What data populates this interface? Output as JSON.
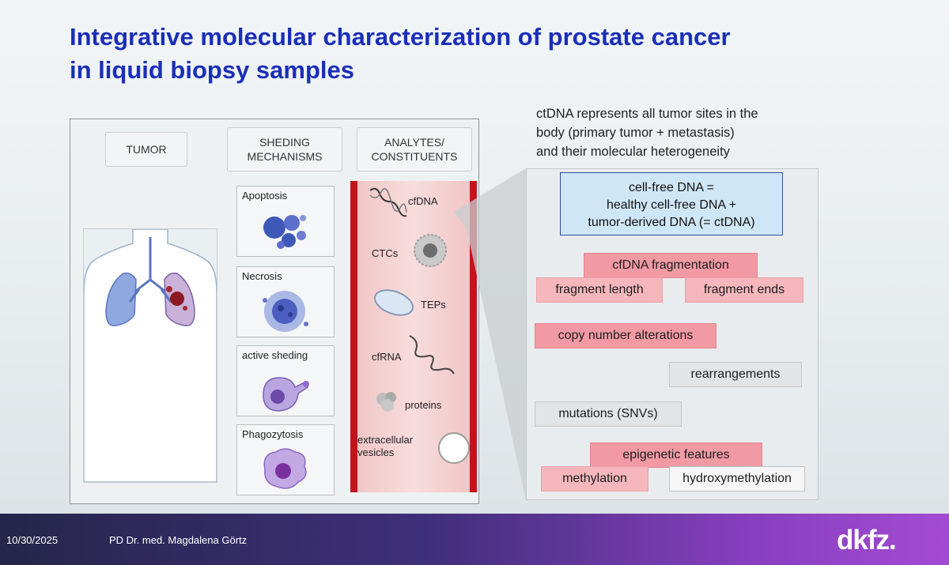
{
  "title": {
    "line1": "Integrative molecular characterization of prostate cancer",
    "line2": "in liquid biopsy samples"
  },
  "diagram": {
    "headers": {
      "tumor": "TUMOR",
      "shedding_1": "SHEDING",
      "shedding_2": "MECHANISMS",
      "analytes_1": "ANALYTES/",
      "analytes_2": "CONSTITUENTS"
    },
    "mechanisms": [
      "Apoptosis",
      "Necrosis",
      "active sheding",
      "Phagozytosis"
    ],
    "analytes": {
      "cfdna": "cfDNA",
      "ctcs": "CTCs",
      "teps": "TEPs",
      "cfrna": "cfRNA",
      "proteins": "proteins",
      "ev_1": "extracellular",
      "ev_2": "vesicles"
    }
  },
  "note": {
    "line1": "ctDNA represents all tumor sites in the",
    "line2": "body (primary tumor + metastasis)",
    "line3": "and their molecular heterogeneity"
  },
  "cfdna_box": {
    "line1": "cell-free DNA =",
    "line2": "healthy cell-free DNA +",
    "line3": "tumor-derived DNA (= ctDNA)"
  },
  "features": {
    "fragmentation": "cfDNA fragmentation",
    "fragment_length": "fragment length",
    "fragment_ends": "fragment ends",
    "cna": "copy number alterations",
    "rearrangements": "rearrangements",
    "mutations": "mutations (SNVs)",
    "epigenetic": "epigenetic features",
    "methylation": "methylation",
    "hydroxymethylation": "hydroxymethylation"
  },
  "colors": {
    "title": "#1a2fb8",
    "vessel": "#c4131b",
    "pink": "#f29aa4",
    "box_blue": "#cfe6f6"
  },
  "footer": {
    "date": "10/30/2025",
    "presenter": "PD Dr. med. Magdalena Görtz",
    "logo": "dkfz."
  }
}
